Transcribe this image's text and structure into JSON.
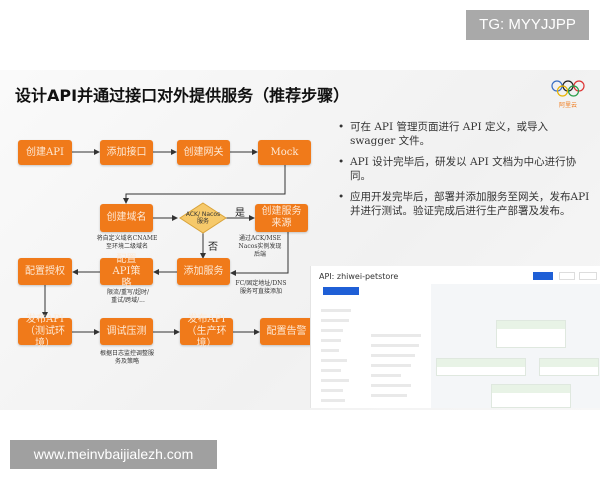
{
  "watermark_top": "TG: MYYJJPP",
  "watermark_bottom": "www.meinvbaijialezh.com",
  "slide": {
    "title": "设计API并通过接口对外提供服务（推荐步骤）",
    "logo_text": "阿里云",
    "flow": {
      "create_api": "创建API",
      "add_interface": "添加接口",
      "create_gateway": "创建网关",
      "mock": "Mock",
      "create_domain": "创建域名",
      "decision": "ACK/ Nacos 服务",
      "yes": "是",
      "no": "否",
      "create_service_source": "创建服务来源",
      "add_service": "添加服务",
      "config_api_policy": "配置API策略",
      "config_auth": "配置授权",
      "publish_test": "发布API（测试环境）",
      "debug_stress": "调试压测",
      "publish_prod": "发布API（生产环境）",
      "config_alert": "配置告警",
      "note_domain": "将自定义域名CNAME至环境二级域名",
      "note_source": "通过ACK/MSE Nacos实例发现后端",
      "note_service": "FC/固定地址/DNS服务可直接添加",
      "note_policy": "限流/重写/超时/重试/跨域/...",
      "note_debug": "根据日志监控调整服务及策略"
    },
    "bullets": [
      "可在 API 管理页面进行 API 定义，或导入 swagger 文件。",
      "API 设计完毕后，研发以 API 文档为中心进行协同。",
      "应用开发完毕后，部署并添加服务至网关，发布API并进行测试。验证完成后进行生产部署及发布。"
    ],
    "screenshot": {
      "api_title": "API: zhiwei-petstore"
    },
    "colors": {
      "accent": "#f07a1a",
      "primary_button": "#1f5fd6"
    }
  }
}
